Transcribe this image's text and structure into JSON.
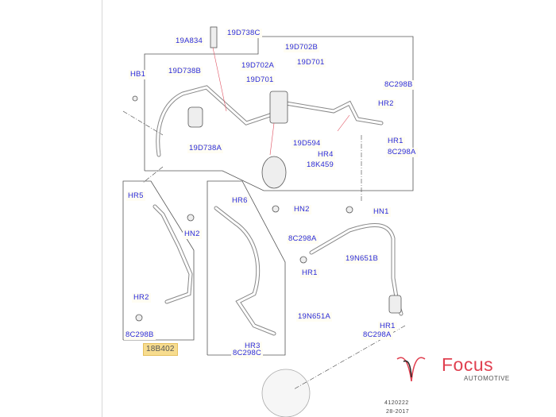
{
  "diagram": {
    "labels": {
      "l19D738C": "19D738C",
      "l19A834": "19A834",
      "l19D702B": "19D702B",
      "l19D701a": "19D701",
      "l19D702A": "19D702A",
      "l19D701b": "19D701",
      "l19D738B": "19D738B",
      "lHB1": "HB1",
      "l8C298Btop": "8C298B",
      "lHR2top": "HR2",
      "l19D738A": "19D738A",
      "l19D594": "19D594",
      "lHR1top": "HR1",
      "lHR4": "HR4",
      "l8C298Atop": "8C298A",
      "l18K459": "18K459",
      "lHR5": "HR5",
      "lHR6": "HR6",
      "lHN2mid": "HN2",
      "lHN1": "HN1",
      "lHN2left": "HN2",
      "l8C298Amid": "8C298A",
      "l19N651B": "19N651B",
      "lHR1mid": "HR1",
      "lHR2left": "HR2",
      "l19N651A": "19N651A",
      "lHR1right": "HR1",
      "l8C298Bleft": "8C298B",
      "l8C298Aright": "8C298A",
      "lHR3": "HR3",
      "l8C298C": "8C298C",
      "l18B402": "18B402"
    },
    "footer": {
      "code": "4120222",
      "date": "28-2017"
    }
  },
  "brand": {
    "name": "Focus",
    "sub": "AUTOMOTIVE",
    "color": "#e04050"
  }
}
